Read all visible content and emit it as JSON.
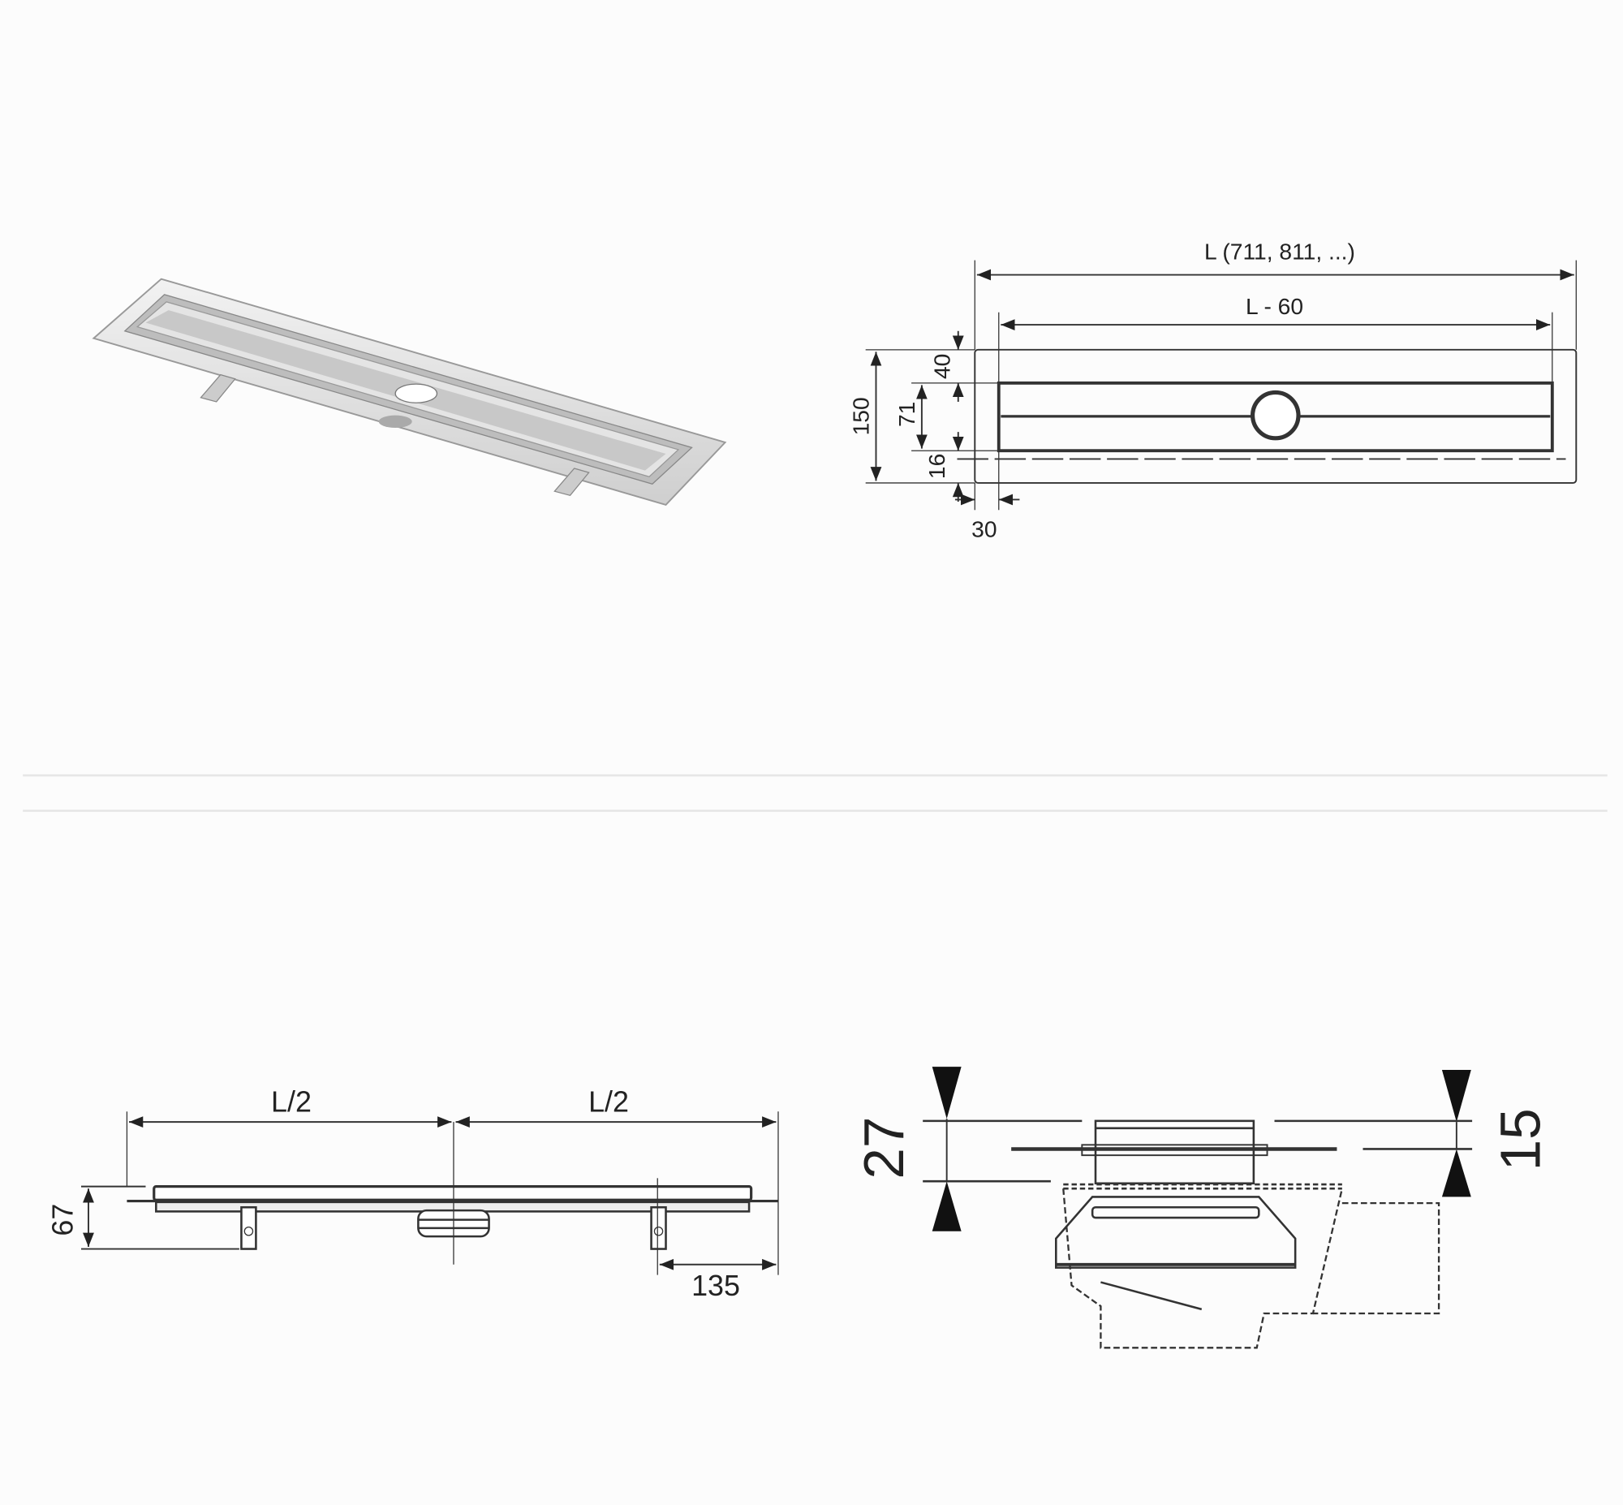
{
  "plan_view": {
    "length_label": "L (711, 811, ...)",
    "inner_length_label": "L - 60",
    "width_label": "150",
    "channel_width_label": "71",
    "top_margin_label": "40",
    "bottom_margin_label": "16",
    "side_margin_label": "30"
  },
  "side_view": {
    "left_half_label": "L/2",
    "right_half_label": "L/2",
    "height_label": "67",
    "foot_offset_label": "135"
  },
  "section_view": {
    "total_height_label": "27",
    "upper_height_label": "15"
  },
  "colors": {
    "line": "#333333",
    "background": "#fcfcfc",
    "divider": "#e6e6e6"
  }
}
